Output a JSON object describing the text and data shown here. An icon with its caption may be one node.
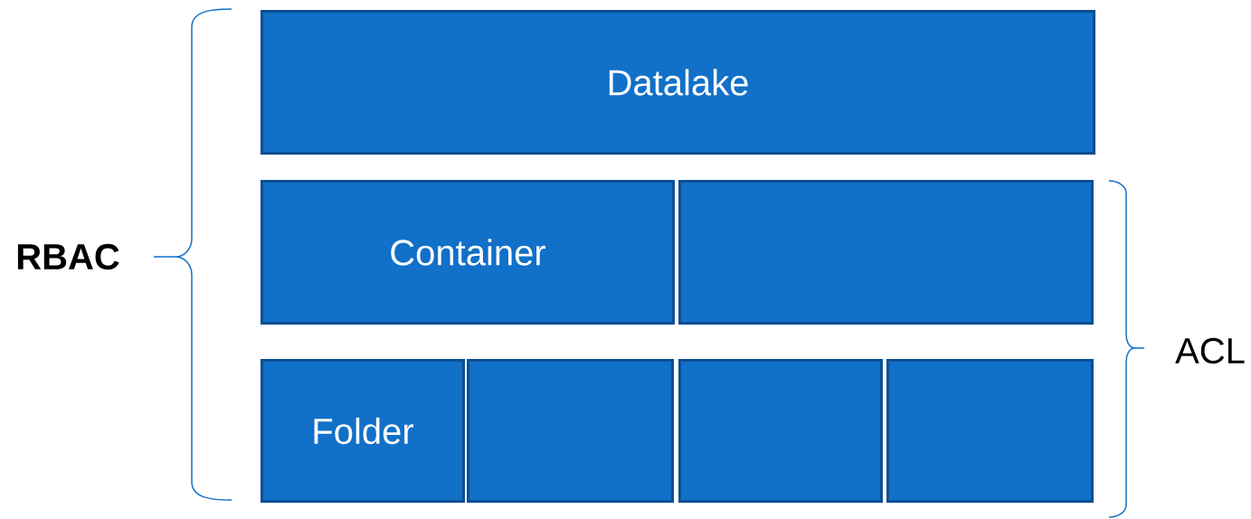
{
  "diagram": {
    "nodes": [
      {
        "text": [
          "Datalake"
        ]
      },
      {
        "text": [
          "Container"
        ]
      },
      {
        "text": [],
        "shape": "box"
      },
      {
        "text": [
          "Folder"
        ]
      },
      {
        "text": [],
        "shape": "box"
      },
      {
        "text": [],
        "shape": "box"
      },
      {
        "text": [],
        "shape": "box"
      }
    ],
    "labels": [
      "RBAC",
      "ACL"
    ]
  }
}
